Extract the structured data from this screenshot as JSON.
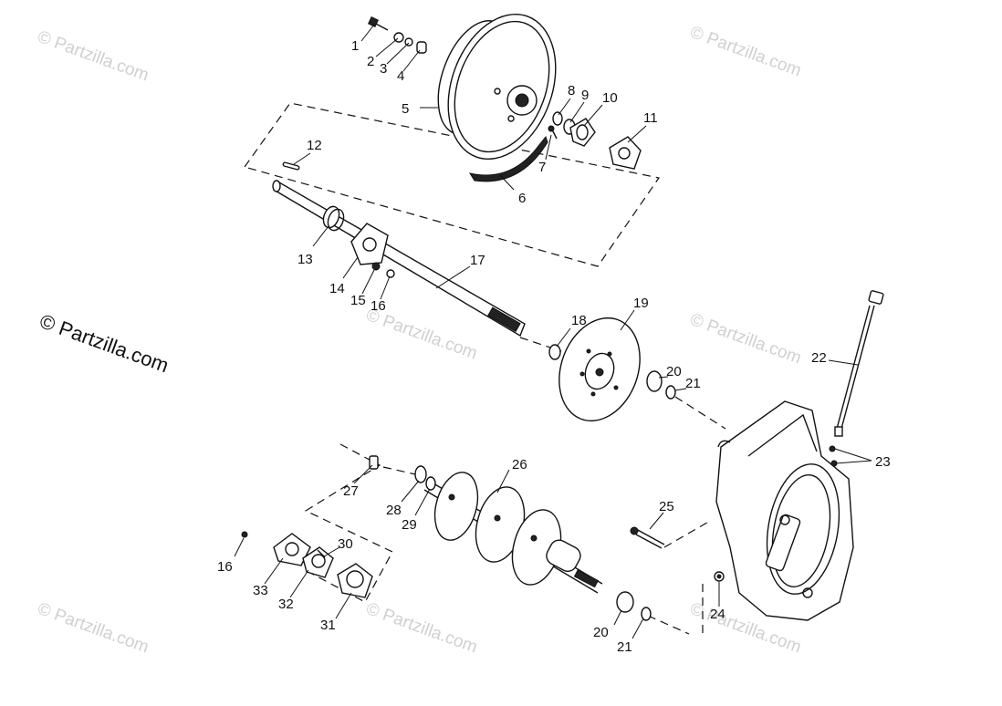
{
  "watermark": {
    "main": "© Partzilla.com",
    "faint": "© Partzilla.com"
  },
  "callouts": {
    "c1": "1",
    "c2": "2",
    "c3": "3",
    "c4": "4",
    "c5": "5",
    "c6": "6",
    "c7": "7",
    "c8": "8",
    "c9": "9",
    "c10": "10",
    "c11": "11",
    "c12": "12",
    "c13": "13",
    "c14": "14",
    "c15": "15",
    "c16a": "16",
    "c16b": "16",
    "c17": "17",
    "c18": "18",
    "c19": "19",
    "c20a": "20",
    "c20b": "20",
    "c21a": "21",
    "c21b": "21",
    "c22": "22",
    "c23": "23",
    "c24": "24",
    "c25": "25",
    "c26": "26",
    "c27": "27",
    "c28": "28",
    "c29": "29",
    "c30": "30",
    "c31": "31",
    "c32": "32",
    "c33": "33"
  }
}
